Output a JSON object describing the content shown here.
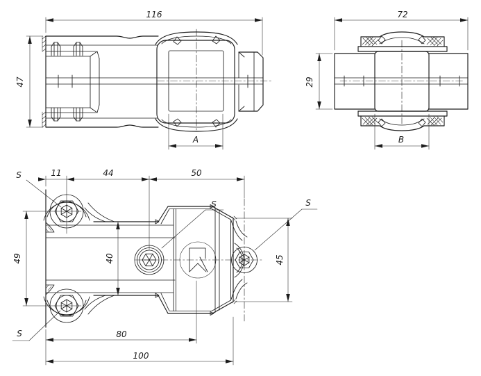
{
  "drawing": {
    "background": "#ffffff",
    "line_color": "#1c1c1c",
    "views": {
      "side": {
        "dim_overall_width": "116",
        "dim_overall_height": "47",
        "dim_bore_width": "A"
      },
      "end": {
        "dim_overall_width": "72",
        "dim_arm_height": "29",
        "dim_bore_width": "B"
      },
      "plan": {
        "dim_edge_to_screw1": "11",
        "dim_screw1_to_screw2": "44",
        "dim_screw2_to_screw3": "50",
        "dim_screw_spacing_vertical": "49",
        "dim_body_width": "40",
        "dim_head_height": "45",
        "dim_edge_to_head_center": "80",
        "dim_overall_length": "100",
        "screw_label": "S"
      }
    }
  }
}
